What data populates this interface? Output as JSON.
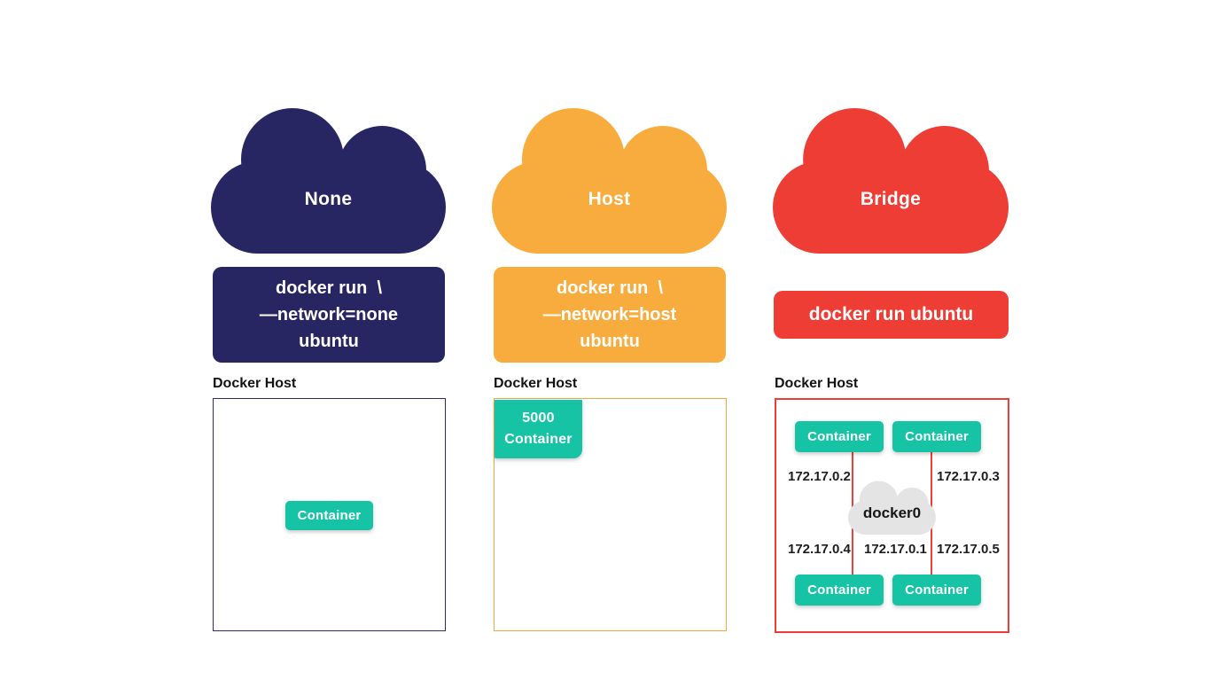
{
  "columns": [
    {
      "id": "none",
      "cloud_label": "None",
      "command_lines": [
        "docker run  \\",
        "—network=none",
        "ubuntu"
      ],
      "host_label": "Docker Host",
      "container_label": "Container"
    },
    {
      "id": "host",
      "cloud_label": "Host",
      "command_lines": [
        "docker run  \\",
        "—network=host",
        "ubuntu"
      ],
      "host_label": "Docker Host",
      "container_port": "5000",
      "container_label": "Container"
    },
    {
      "id": "bridge",
      "cloud_label": "Bridge",
      "command_lines": [
        "docker run ubuntu"
      ],
      "host_label": "Docker Host",
      "bridge_name": "docker0",
      "containers": [
        "Container",
        "Container",
        "Container",
        "Container"
      ],
      "ips": {
        "top_left": "172.17.0.2",
        "top_right": "172.17.0.3",
        "bottom_left": "172.17.0.4",
        "bottom_center": "172.17.0.1",
        "bottom_right": "172.17.0.5"
      }
    }
  ],
  "colors": {
    "navy": "#272663",
    "orange": "#F8AC3E",
    "red": "#EE3D35",
    "teal": "#17C3A5",
    "gray_cloud": "#E4E4E4",
    "background": "#FFFFFF"
  }
}
